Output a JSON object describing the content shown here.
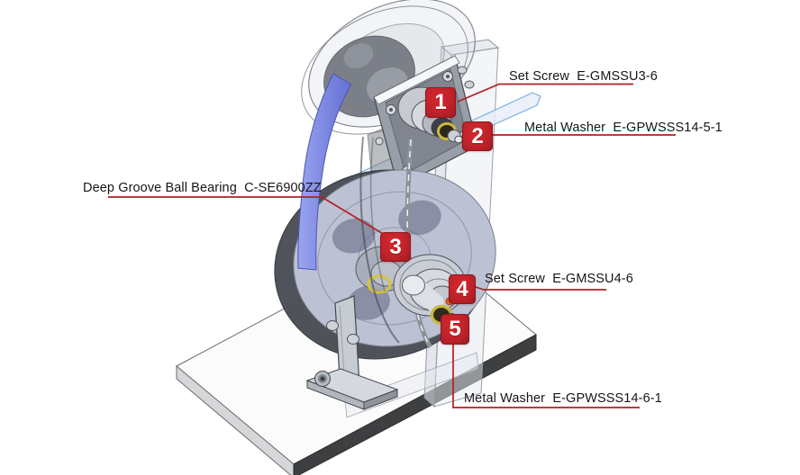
{
  "diagram": {
    "background": "#ffffff",
    "leader_color": "#b21f24",
    "badge": {
      "gradient_start": "#d5272e",
      "gradient_end": "#9c1b21",
      "text_color": "#ffffff"
    },
    "callouts": [
      {
        "number": "1",
        "label": "Set Screw  E-GMSSU3-6"
      },
      {
        "number": "2",
        "label": "Metal Washer  E-GPWSSS14-5-1"
      },
      {
        "number": "3",
        "label": "Deep Groove Ball Bearing  C-SE6900ZZ"
      },
      {
        "number": "4",
        "label": "Set Screw  E-GMSSU4-6"
      },
      {
        "number": "5",
        "label": "Metal Washer  E-GPWSSS14-6-1"
      }
    ],
    "illustration": {
      "belt_color": "#7b86e0",
      "bar_color": "#cfe0f4",
      "bearing_accent": "#cab73a",
      "set_screw_accent": "#e4621a"
    }
  }
}
